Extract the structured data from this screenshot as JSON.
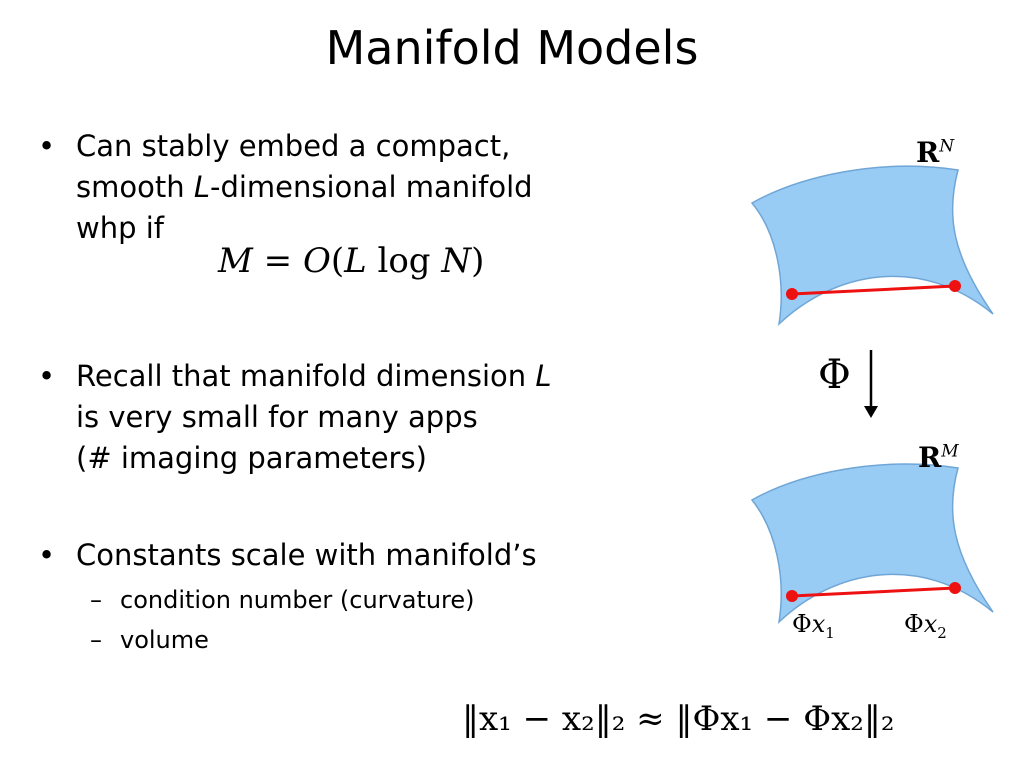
{
  "title": "Manifold Models",
  "bullets": [
    {
      "lines": [
        "Can stably embed a compact,",
        "smooth ",
        "L",
        "-dimensional manifold",
        "whp if"
      ]
    },
    {
      "lines": [
        "Recall that manifold dimension ",
        "L",
        "is very small for many apps",
        "(# imaging parameters)"
      ]
    },
    {
      "lines": [
        "Constants scale with manifold’s"
      ],
      "subitems": [
        "condition number (curvature)",
        "volume"
      ]
    }
  ],
  "bullet_symbol": "•",
  "sub_symbol": "–",
  "formula_embedding": {
    "lhs": "M",
    "eq": " = ",
    "O": "O",
    "open": "(",
    "L": "L",
    "log": " log ",
    "N": "N",
    "close": ")"
  },
  "formula_norm": {
    "lhs": "‖x₁ − x₂‖₂ ≈ ‖Φx₁ − Φx₂‖₂"
  },
  "diagram": {
    "upper_space": {
      "base": "R",
      "exp": "N"
    },
    "lower_space": {
      "base": "R",
      "exp": "M"
    },
    "map_symbol": "Φ",
    "point1_label": {
      "phi": "Φ",
      "x": "x",
      "sub": "1"
    },
    "point2_label": {
      "phi": "Φ",
      "x": "x",
      "sub": "2"
    },
    "colors": {
      "manifold_fill": "#99ccf5",
      "manifold_stroke": "#6fa6d6",
      "chord": "#ee1111",
      "arrow": "#000000"
    }
  }
}
